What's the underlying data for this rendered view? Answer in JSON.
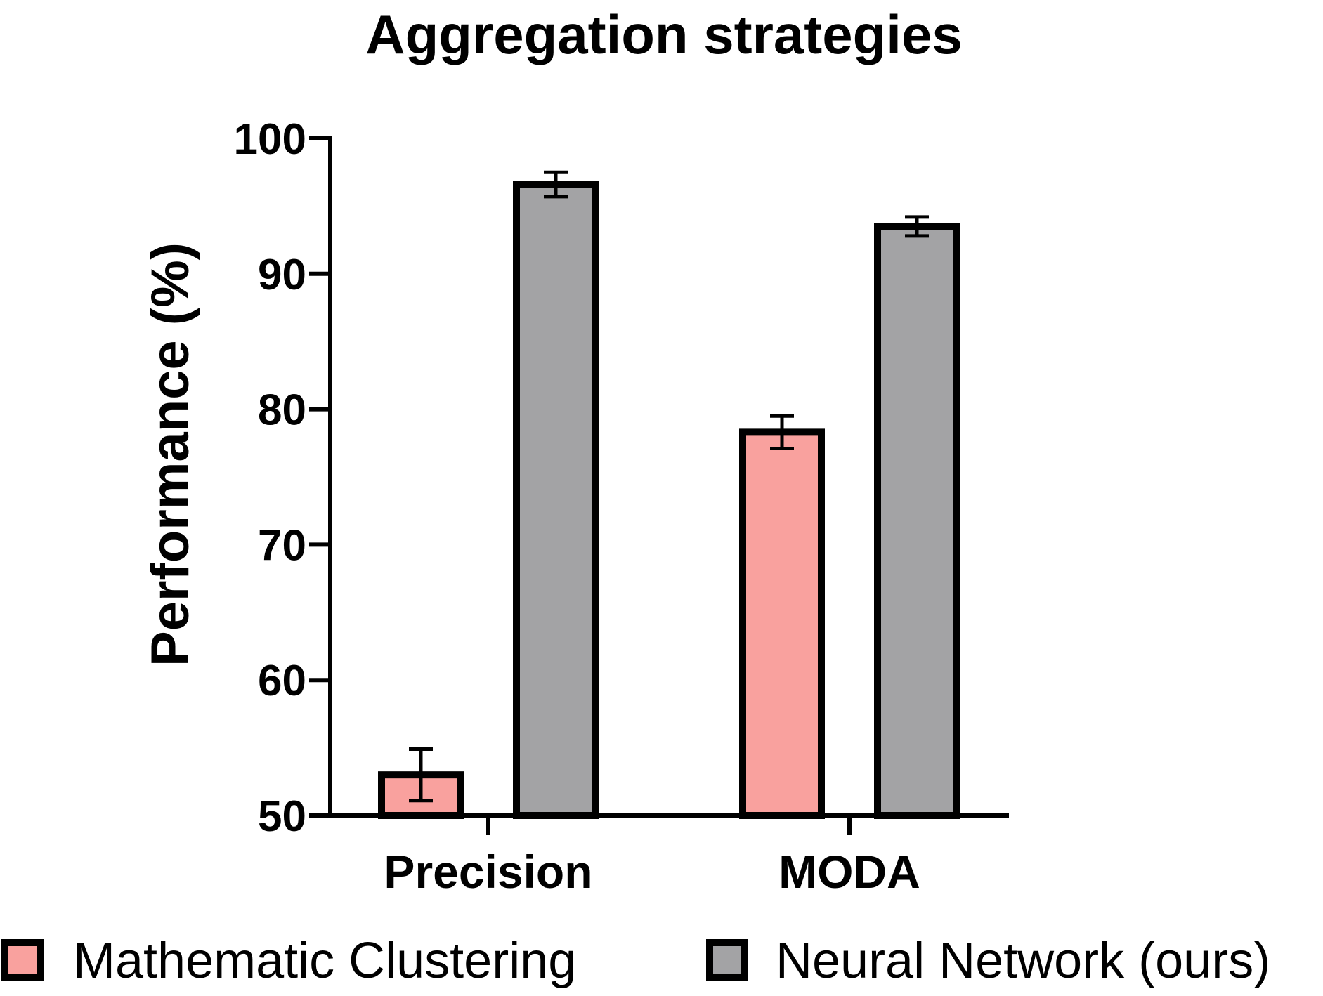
{
  "chart_data": {
    "type": "bar",
    "title": "Aggregation strategies",
    "xlabel": "",
    "ylabel": "Performance (%)",
    "ylim": [
      50,
      100
    ],
    "yticks": [
      "50",
      "60",
      "70",
      "80",
      "90",
      "100"
    ],
    "categories": [
      "Precision",
      "MODA"
    ],
    "series": [
      {
        "name": "Mathematic Clustering",
        "color": "#F9A19E",
        "values": [
          53.0,
          78.3
        ],
        "errors": [
          1.9,
          1.2
        ]
      },
      {
        "name": "Neural Network (ours)",
        "color": "#A3A3A5",
        "values": [
          96.6,
          93.5
        ],
        "errors": [
          0.9,
          0.7
        ]
      }
    ],
    "grid": false,
    "legend_position": "bottom"
  }
}
